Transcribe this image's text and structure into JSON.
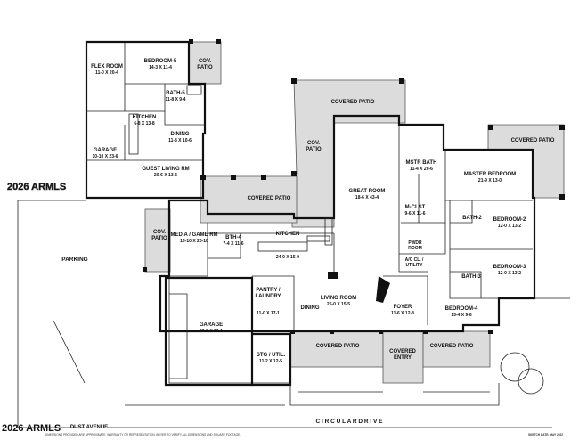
{
  "rooms": {
    "flex": {
      "name": "FLEX ROOM",
      "dim": "11-0 X 20-4"
    },
    "bedroom5": {
      "name": "BEDROOM-5",
      "dim": "14-3 X 11-4"
    },
    "bath5": {
      "name": "BATH-5",
      "dim": "11-8 X 9-4"
    },
    "kitchen2": {
      "name": "KITCHEN",
      "dim": "6-8 X 13-8"
    },
    "dining2": {
      "name": "DINING",
      "dim": "11-8 X 10-6"
    },
    "garage2": {
      "name": "GARAGE",
      "dim": "10-10 X 23-6"
    },
    "guest": {
      "name": "GUEST LIVING RM",
      "dim": "20-6 X 13-6"
    },
    "great": {
      "name": "GREAT ROOM",
      "dim": "18-6 X 43-4"
    },
    "mstrbath": {
      "name": "MSTR BATH",
      "dim": "11-4 X 20-6"
    },
    "master": {
      "name": "MASTER BEDROOM",
      "dim": "21-9 X 13-0"
    },
    "mclst": {
      "name": "M-CLST",
      "dim": "9-6 X 11-6"
    },
    "bath2": {
      "name": "BATH-2"
    },
    "bedroom2": {
      "name": "BEDROOM-2",
      "dim": "12-0 X 13-2"
    },
    "bedroom3": {
      "name": "BEDROOM-3",
      "dim": "12-0 X 13-2"
    },
    "bath3": {
      "name": "BATH-3"
    },
    "media": {
      "name": "MEDIA / GAME RM",
      "dim": "13-10 X 20-10"
    },
    "bth4": {
      "name": "BTH-4",
      "dim": "7-4 X 11-6"
    },
    "kitchen": {
      "name": "KITCHEN",
      "dim": "24-0 X 15-9"
    },
    "pwdr": {
      "name": "PWDR",
      "dim": "ROOM"
    },
    "acutil": {
      "name": "A/C CL. /",
      "dim": "UTILITY"
    },
    "pantry": {
      "name": "PANTRY /",
      "dim": "LAUNDRY"
    },
    "pantrydim": "11-0 X 17-1",
    "living": {
      "name": "LIVING ROOM",
      "dim": "25-0 X 15-5"
    },
    "dining": {
      "name": "DINING"
    },
    "foyer": {
      "name": "FOYER",
      "dim": "11-6 X 12-8"
    },
    "bedroom4": {
      "name": "BEDROOM-4",
      "dim": "13-4 X 9-6"
    },
    "garage": {
      "name": "GARAGE",
      "dim": "22-8 X 30-1"
    },
    "stg": {
      "name": "STG / UTIL.",
      "dim": "11-2 X 12-5"
    }
  },
  "patios": {
    "cov_top": {
      "l1": "COV.",
      "l2": "PATIO"
    },
    "covered_top": "COVERED PATIO",
    "cov_mid": {
      "l1": "COV.",
      "l2": "PATIO"
    },
    "covered_mid": "COVERED PATIO",
    "covered_right": "COVERED PATIO",
    "cov_left": {
      "l1": "COV.",
      "l2": "PATIO"
    },
    "covered_front": "COVERED PATIO",
    "covered_entry": {
      "l1": "COVERED",
      "l2": "ENTRY"
    },
    "covered_front2": "COVERED PATIO"
  },
  "site": {
    "parking": "PARKING",
    "drive": "C I R C U L A R   D R I V E",
    "street": "DUST AVENUE",
    "watermark": "2026 ARMLS",
    "sketch": "SKETCH DATE:   MAY 2022",
    "disclaimer": "DIMENSIONS PROVIDED ARE APPROXIMATE. WARRANTY OR REPRESENTATION. BUYER TO VERIFY ALL DIMENSIONS AND SQUARE FOOTAGE."
  },
  "colors": {
    "wall": "#111111",
    "patio": "#dcdcdc",
    "background": "#ffffff"
  }
}
